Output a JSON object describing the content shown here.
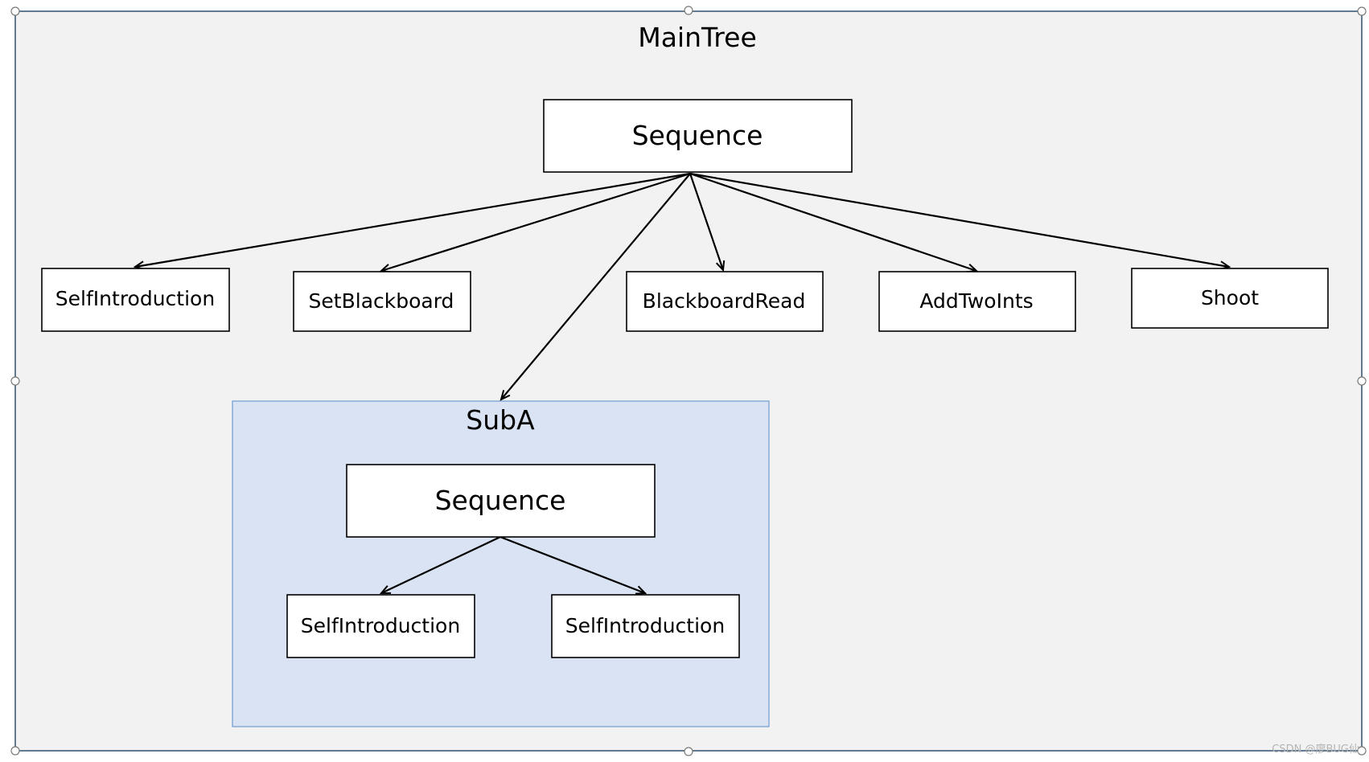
{
  "diagram": {
    "frame_title": "MainTree",
    "root": {
      "label": "Sequence"
    },
    "children": [
      {
        "id": "selfintro",
        "label": "SelfIntroduction"
      },
      {
        "id": "setbb",
        "label": "SetBlackboard"
      },
      {
        "id": "bbread",
        "label": "BlackboardRead"
      },
      {
        "id": "addtwo",
        "label": "AddTwoInts"
      },
      {
        "id": "shoot",
        "label": "Shoot"
      }
    ],
    "subtree": {
      "title": "SubA",
      "root": {
        "label": "Sequence"
      },
      "children": [
        {
          "id": "sub_selfintro_1",
          "label": "SelfIntroduction"
        },
        {
          "id": "sub_selfintro_2",
          "label": "SelfIntroduction"
        }
      ]
    },
    "colors": {
      "frame_fill": "#f2f2f2",
      "frame_border": "#2f4f6f",
      "subtree_fill": "#dae3f3",
      "subtree_border": "#6f9bd1",
      "node_fill": "#ffffff",
      "node_border": "#000000",
      "edge": "#000000"
    }
  },
  "watermark": "CSDN @廖BUG仙"
}
